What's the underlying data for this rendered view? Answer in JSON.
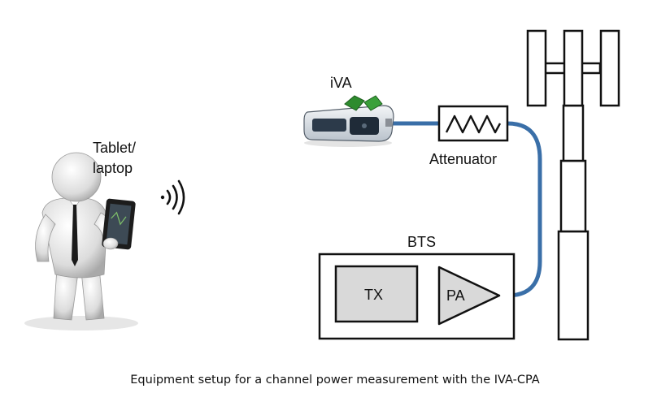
{
  "labels": {
    "tablet_line1": "Tablet/",
    "tablet_line2": "laptop",
    "iva": "iVA",
    "attenuator": "Attenuator",
    "bts": "BTS",
    "tx": "TX",
    "pa": "PA"
  },
  "caption": "Equipment setup for a channel power measurement with the IVA-CPA",
  "icons": {
    "person": "person-with-tablet-icon",
    "wireless": "wireless-signal-icon",
    "device": "iva-device-icon",
    "attenuator": "attenuator-zigzag-icon",
    "tower": "cell-tower-icon"
  },
  "colors": {
    "cable": "#3a6fa8",
    "box_fill": "#d9d9d9",
    "outline": "#111111",
    "device_accent": "#2e8b2e"
  }
}
